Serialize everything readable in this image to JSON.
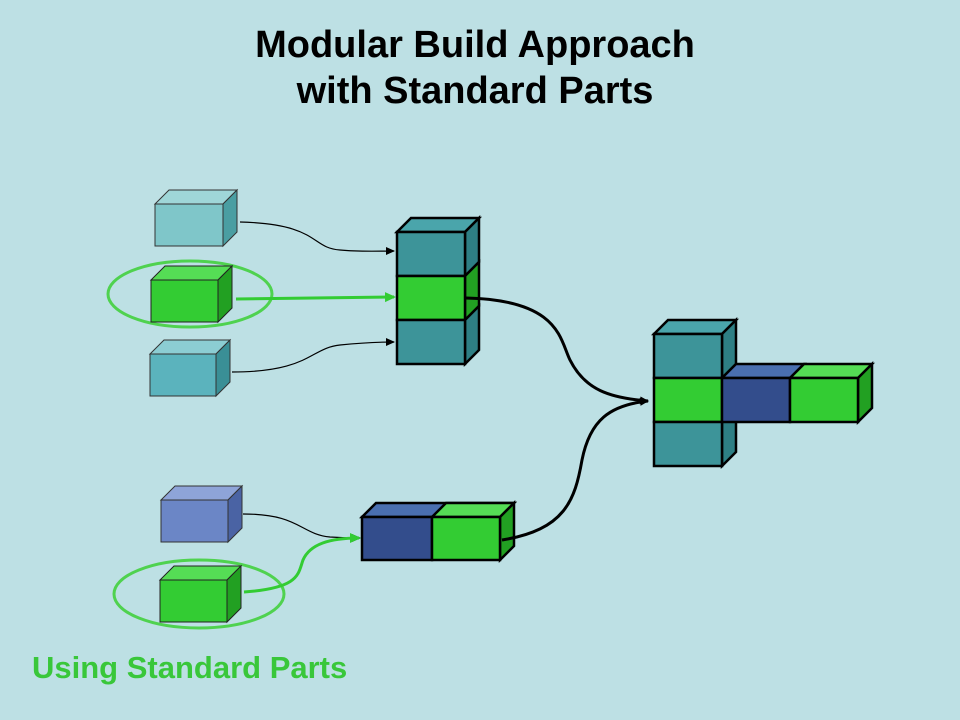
{
  "title": {
    "line1": "Modular Build Approach",
    "line2": "with Standard Parts"
  },
  "caption": "Using Standard Parts",
  "colors": {
    "background": "#bde0e4",
    "teal_light": "#7fc6c9",
    "teal_mid": "#5bb3bd",
    "teal_dark": "#3d9499",
    "green": "#33cc33",
    "navy": "#334d8c",
    "blue": "#6b86c6",
    "highlight_green": "#4fd24f",
    "connector": "#000000"
  }
}
